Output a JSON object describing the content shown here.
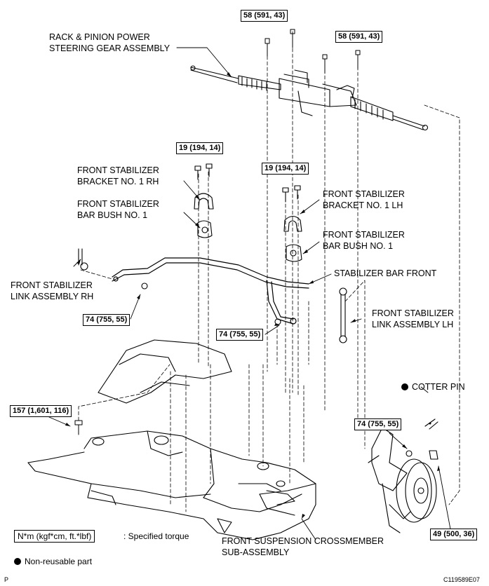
{
  "torque_labels": {
    "rack_bolts_left": "58 (591, 43)",
    "rack_bolts_right": "58 (591, 43)",
    "bracket_rh_bolts": "19 (194, 14)",
    "bracket_lh_bolts": "19 (194, 14)",
    "link_rh_nut": "74 (755, 55)",
    "link_lh_nut": "74 (755, 55)",
    "crossmember_bolt": "157 (1,601, 116)",
    "tie_rod_nut": "74 (755, 55)",
    "knuckle_nut": "49 (500, 36)"
  },
  "part_labels": {
    "rack_pinion_l1": "RACK & PINION POWER",
    "rack_pinion_l2": "STEERING GEAR ASSEMBLY",
    "bracket_rh_l1": "FRONT STABILIZER",
    "bracket_rh_l2": "BRACKET NO. 1 RH",
    "bush_rh_l1": "FRONT STABILIZER",
    "bush_rh_l2": "BAR BUSH NO. 1",
    "bracket_lh_l1": "FRONT STABILIZER",
    "bracket_lh_l2": "BRACKET NO. 1 LH",
    "bush_lh_l1": "FRONT STABILIZER",
    "bush_lh_l2": "BAR BUSH NO. 1",
    "stab_bar": "STABILIZER BAR FRONT",
    "link_rh_l1": "FRONT STABILIZER",
    "link_rh_l2": "LINK ASSEMBLY RH",
    "link_lh_l1": "FRONT STABILIZER",
    "link_lh_l2": "LINK ASSEMBLY LH",
    "cotter_pin": "COTTER PIN",
    "crossmember_l1": "FRONT SUSPENSION CROSSMEMBER",
    "crossmember_l2": "SUB-ASSEMBLY"
  },
  "legend": {
    "unit": "N*m (kgf*cm, ft.*lbf)",
    "unit_desc": ": Specified torque",
    "nonreusable": "Non-reusable part"
  },
  "corner": {
    "left": "P",
    "right": "C119589E07"
  }
}
